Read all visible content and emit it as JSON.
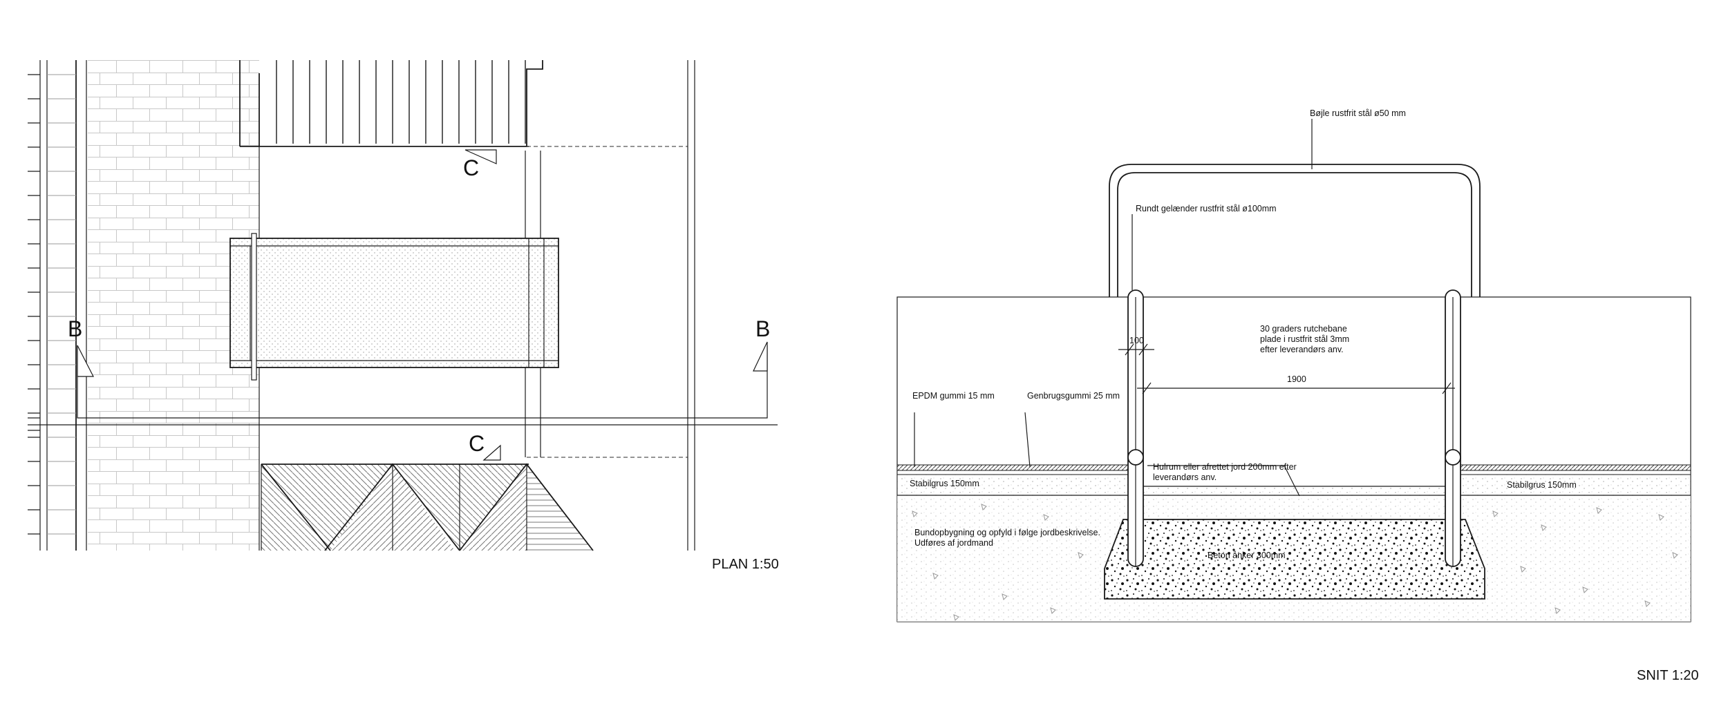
{
  "plan": {
    "title": "PLAN 1:50",
    "section_marks": {
      "b_left": "B",
      "b_right": "B",
      "c_top": "C",
      "c_bottom": "C"
    }
  },
  "section": {
    "title": "SNIT 1:20",
    "labels": {
      "bojle": "Bøjle rustfrit stål ø50 mm",
      "gelaender": "Rundt gelænder rustfrit stål ø100mm",
      "rutchebane_1": "30 graders rutchebane",
      "rutchebane_2": "plade i rustfrit stål 3mm",
      "rutchebane_3": "efter leverandørs anv.",
      "dim_100": "100",
      "dim_1900": "1900",
      "epdm": "EPDM gummi  15 mm",
      "genbrug": "Genbrugsgummi  25 mm",
      "hulrum_1": "Hulrum eller afrettet jord 200mm efter",
      "hulrum_2": "leverandørs anv.",
      "stabilgrus_left": "Stabilgrus 150mm",
      "stabilgrus_right": "Stabilgrus 150mm",
      "bund_1": "Bundopbygning og opfyld i følge jordbeskrivelse.",
      "bund_2": "Udføres af jordmand",
      "beton": "Beton ånker 300mm"
    }
  }
}
